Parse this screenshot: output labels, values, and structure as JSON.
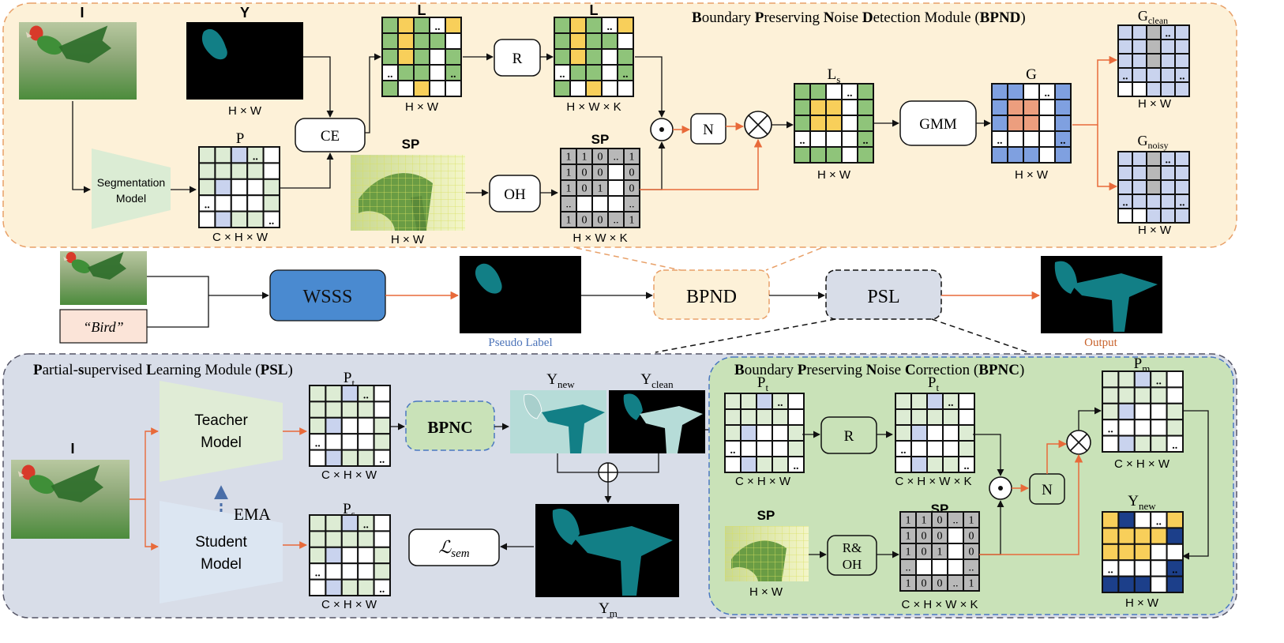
{
  "bpnd_module": {
    "title_parts": [
      {
        "t": "B",
        "b": true
      },
      {
        "t": "oundary ",
        "b": false
      },
      {
        "t": "P",
        "b": true
      },
      {
        "t": "reserving ",
        "b": false
      },
      {
        "t": "N",
        "b": true
      },
      {
        "t": "oise ",
        "b": false
      },
      {
        "t": "D",
        "b": true
      },
      {
        "t": "etection Module (",
        "b": false
      },
      {
        "t": "BPND",
        "b": true
      },
      {
        "t": ")",
        "b": false
      }
    ],
    "image_label": "I",
    "y_label": "Y",
    "y_dim": "H × W",
    "seg_model": [
      "Segmentation",
      "Model"
    ],
    "p_label": "P",
    "p_dim": "C × H × W",
    "ce": "CE",
    "l_label": "L",
    "l_dim": "H × W",
    "r": "R",
    "l2_label": "L",
    "l2_dim": "H × W × K",
    "sp_img_label": "SP",
    "sp_img_dim": "H × W",
    "oh": "OH",
    "sp_matrix_label": "SP",
    "sp_matrix_dim": "H × W × K",
    "sp_rows": [
      [
        "1",
        "1",
        "0",
        "..",
        "1"
      ],
      [
        "1",
        "0",
        "0",
        "",
        "0"
      ],
      [
        "1",
        "0",
        "1",
        "",
        "0"
      ],
      [
        "..",
        "",
        "",
        "",
        ".."
      ],
      [
        "1",
        "0",
        "0",
        "..",
        "1"
      ]
    ],
    "n": "N",
    "ls_label": "L",
    "ls_sub": "s",
    "ls_dim": "H × W",
    "gmm": "GMM",
    "g_label": "G",
    "g_dim": "H × W",
    "gclean_label": "G",
    "gclean_sub": "clean",
    "gclean_dim": "H × W",
    "gnoisy_label": "G",
    "gnoisy_sub": "noisy",
    "gnoisy_dim": "H × W"
  },
  "pipeline": {
    "text_input": "“Bird”",
    "wsss": "WSSS",
    "pseudo_label": "Pseudo Label",
    "bpnd": "BPND",
    "psl": "PSL",
    "output": "Output"
  },
  "psl_module": {
    "title_parts": [
      {
        "t": "P",
        "b": true
      },
      {
        "t": "artial-",
        "b": false
      },
      {
        "t": "s",
        "b": true
      },
      {
        "t": "upervised ",
        "b": false
      },
      {
        "t": "L",
        "b": true
      },
      {
        "t": "earning Module (",
        "b": false
      },
      {
        "t": "PSL",
        "b": true
      },
      {
        "t": ")",
        "b": false
      }
    ],
    "image_label": "I",
    "teacher": [
      "Teacher",
      "Model"
    ],
    "student": [
      "Student",
      "Model"
    ],
    "ema": "EMA",
    "pt_label": "P",
    "pt_sub": "t",
    "pt_dim": "C × H × W",
    "ps_label": "P",
    "ps_sub": "s",
    "ps_dim": "C × H × W",
    "bpnc_button": "BPNC",
    "ynew_label": "Y",
    "ynew_sub": "new",
    "yclean_label": "Y",
    "yclean_sub": "clean",
    "loss_main": "ℒ",
    "loss_sub": "sem",
    "ym_label": "Y",
    "ym_sub": "m"
  },
  "bpnc_module": {
    "title_parts": [
      {
        "t": "B",
        "b": true
      },
      {
        "t": "oundary ",
        "b": false
      },
      {
        "t": "P",
        "b": true
      },
      {
        "t": "reserving ",
        "b": false
      },
      {
        "t": "N",
        "b": true
      },
      {
        "t": "oise ",
        "b": false
      },
      {
        "t": "C",
        "b": true
      },
      {
        "t": "orrection (",
        "b": false
      },
      {
        "t": "BPNC",
        "b": true
      },
      {
        "t": ")",
        "b": false
      }
    ],
    "pt1_label": "P",
    "pt1_sub": "t",
    "pt1_dim": "C × H × W",
    "r": "R",
    "pt2_label": "P",
    "pt2_sub": "t",
    "pt2_dim": "C × H × W × K",
    "sp_img_label": "SP",
    "sp_img_dim": "H × W",
    "roh_1": "R&",
    "roh_2": "OH",
    "sp_matrix_label": "SP",
    "sp_matrix_dim": "C × H × W × K",
    "n": "N",
    "pm_label": "P",
    "pm_sub": "m",
    "pm_dim": "C × H × W",
    "ynew_label": "Y",
    "ynew_sub": "new",
    "ynew_dim": "H × W"
  },
  "colors": {
    "bpnd_bg": "#fdf1d8",
    "bpnd_border": "#e8a068",
    "psl_bg": "#d8dde8",
    "psl_border": "#555566",
    "bpnc_bg": "#c9e2b8",
    "bpnc_border": "#4a78c0",
    "wsss": "#4a8ad0",
    "arrow_orange": "#e86a3a",
    "grid_green": "#8fc47a",
    "grid_yellow": "#f8cf5a",
    "grid_lightgreen": "#ddecd4",
    "grid_lightblue": "#c9d3ee",
    "grid_blue": "#7fa0e0",
    "grid_salmon": "#ec9e7e",
    "grid_gray": "#b8b8b8",
    "grid_navy": "#1c3f8a",
    "teal": "#127f86"
  }
}
